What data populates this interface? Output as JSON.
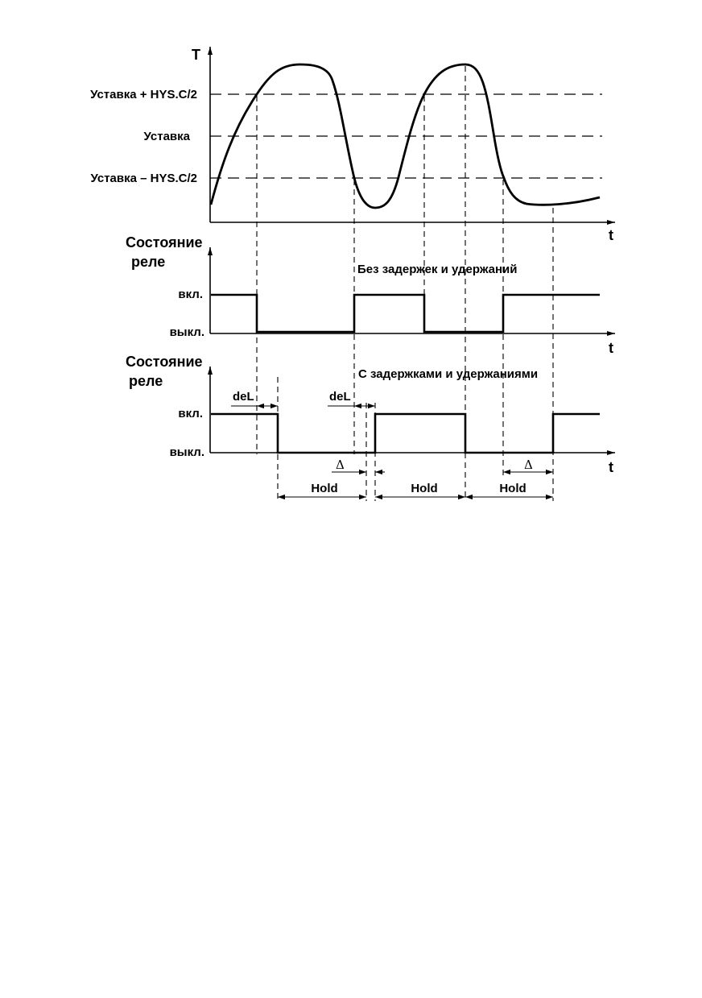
{
  "axes": {
    "temperature_label": "T",
    "time_label": "t"
  },
  "levels": {
    "upper": "Уставка + HYS.C/2",
    "setpoint": "Уставка",
    "lower": "Уставка – HYS.C/2"
  },
  "relay_panel_1": {
    "title_line1": "Состояние",
    "title_line2": "реле",
    "caption": "Без задержек и удержаний",
    "on_label": "вкл.",
    "off_label": "выкл."
  },
  "relay_panel_2": {
    "title_line1": "Состояние",
    "title_line2": "реле",
    "caption": "С задержками и удержаниями",
    "on_label": "вкл.",
    "off_label": "выкл."
  },
  "annotations": {
    "delay_1": "deL",
    "delay_2": "deL",
    "delta_1": "Δ",
    "delta_2": "Δ",
    "hold_1": "Hold",
    "hold_2": "Hold",
    "hold_3": "Hold"
  }
}
